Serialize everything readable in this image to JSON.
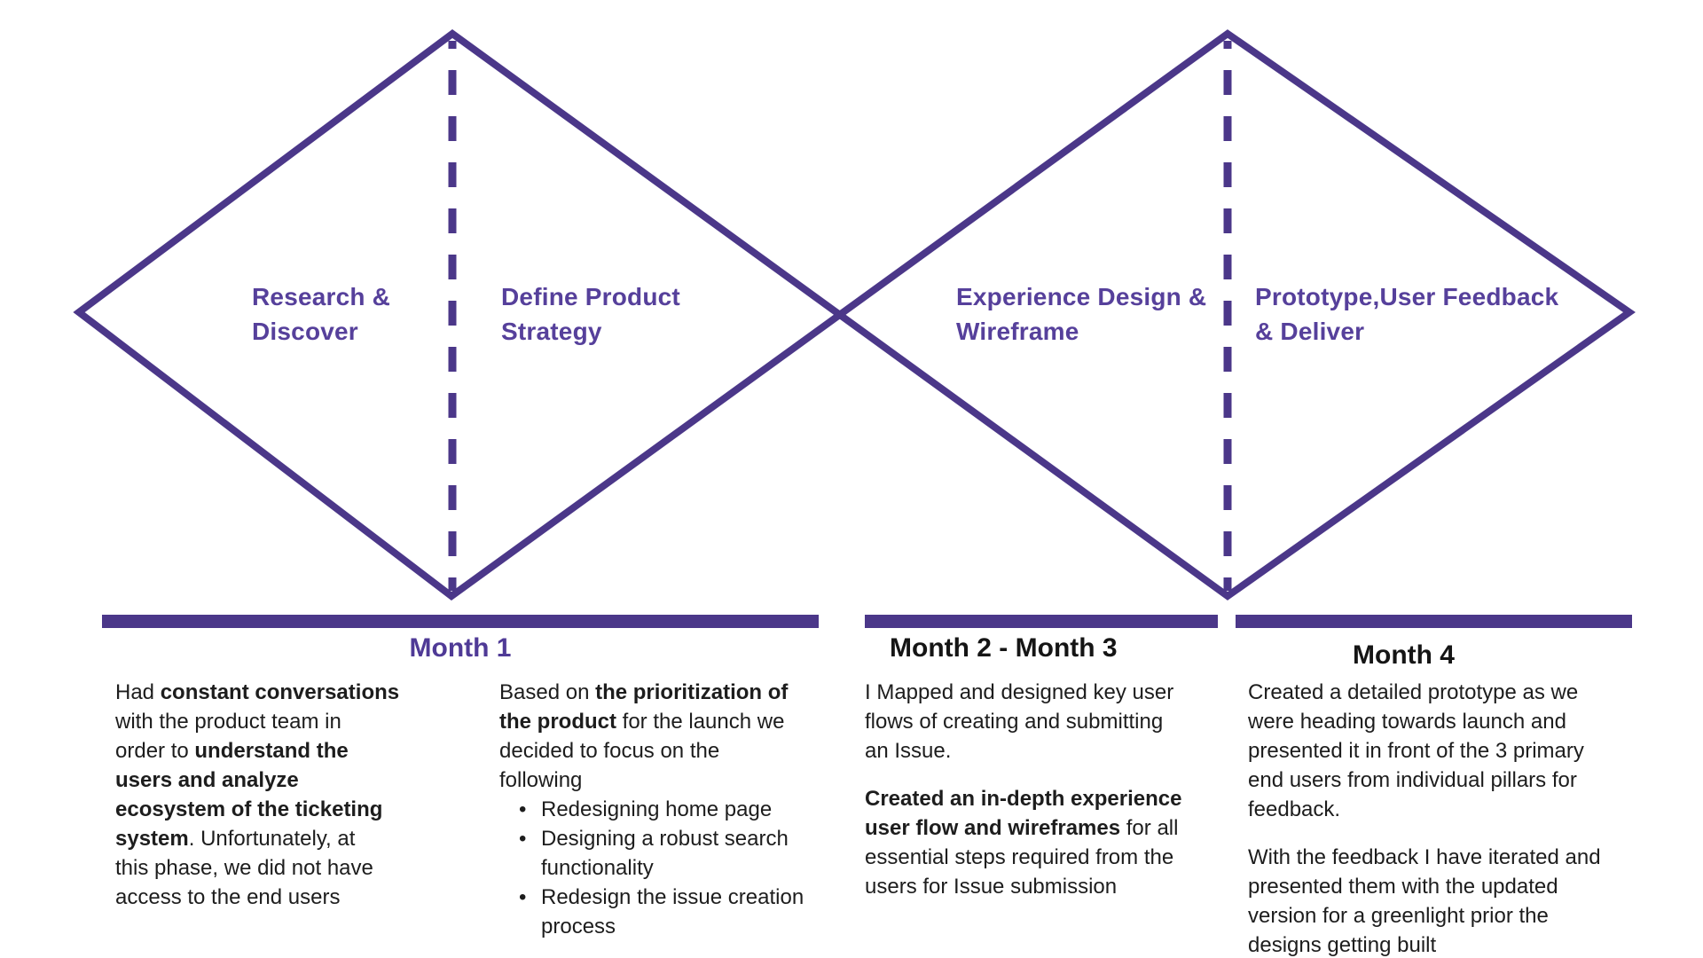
{
  "colors": {
    "diagram_purple": "#4B3789",
    "label_purple": "#56409B",
    "month1_purple": "#4F3A96",
    "text_dark": "#1D1D1D"
  },
  "bullet_char": "•",
  "diamond_labels": {
    "research": [
      "Research &",
      "Discover"
    ],
    "define": [
      "Define Product",
      "Strategy"
    ],
    "experience": [
      "Experience Design &",
      "Wireframe"
    ],
    "prototype": [
      "Prototype,User Feedback",
      "& Deliver"
    ]
  },
  "timeline": {
    "month1": {
      "label": "Month 1",
      "col_left": [
        {
          "seg": [
            [
              "Had ",
              0
            ],
            [
              "constant conversations",
              1
            ]
          ]
        },
        {
          "seg": [
            [
              "with the product team in",
              0
            ]
          ]
        },
        {
          "seg": [
            [
              "order to ",
              0
            ],
            [
              "understand the",
              1
            ]
          ]
        },
        {
          "seg": [
            [
              "users and analyze",
              1
            ]
          ]
        },
        {
          "seg": [
            [
              "ecosystem of the ticketing",
              1
            ]
          ]
        },
        {
          "seg": [
            [
              "system",
              1
            ],
            [
              ". Unfortunately, at",
              0
            ]
          ]
        },
        {
          "seg": [
            [
              "this phase, we did not have",
              0
            ]
          ]
        },
        {
          "seg": [
            [
              "access to the end users",
              0
            ]
          ]
        }
      ],
      "col_right": [
        {
          "seg": [
            [
              "Based on ",
              0
            ],
            [
              "the prioritization of",
              1
            ]
          ]
        },
        {
          "seg": [
            [
              "the product",
              1
            ],
            [
              " for the launch we",
              0
            ]
          ]
        },
        {
          "seg": [
            [
              "decided to focus on the",
              0
            ]
          ]
        },
        {
          "seg": [
            [
              "following",
              0
            ]
          ]
        },
        {
          "b": 1,
          "seg": [
            [
              "Redesigning home page",
              0
            ]
          ]
        },
        {
          "b": 1,
          "seg": [
            [
              "Designing a robust search",
              0
            ]
          ]
        },
        {
          "i": 1,
          "seg": [
            [
              "functionality",
              0
            ]
          ]
        },
        {
          "b": 1,
          "seg": [
            [
              "Redesign the issue creation",
              0
            ]
          ]
        },
        {
          "i": 1,
          "seg": [
            [
              "process",
              0
            ]
          ]
        }
      ]
    },
    "month2_3": {
      "label": "Month 2 - Month 3",
      "col": [
        {
          "seg": [
            [
              "I Mapped and designed key user",
              0
            ]
          ]
        },
        {
          "seg": [
            [
              "flows of creating and submitting",
              0
            ]
          ]
        },
        {
          "seg": [
            [
              "an Issue.",
              0
            ]
          ]
        },
        {
          "gap": 1
        },
        {
          "seg": [
            [
              "Created an in-depth experience",
              1
            ]
          ]
        },
        {
          "seg": [
            [
              "user flow and wireframes",
              1
            ],
            [
              " for all",
              0
            ]
          ]
        },
        {
          "seg": [
            [
              "essential steps required from the",
              0
            ]
          ]
        },
        {
          "seg": [
            [
              "users for Issue submission",
              0
            ]
          ]
        }
      ]
    },
    "month4": {
      "label": "Month 4",
      "col": [
        {
          "seg": [
            [
              "Created a detailed prototype as we",
              0
            ]
          ]
        },
        {
          "seg": [
            [
              "were heading towards launch and",
              0
            ]
          ]
        },
        {
          "seg": [
            [
              "presented it in front of the 3 primary",
              0
            ]
          ]
        },
        {
          "seg": [
            [
              "end users from individual pillars for",
              0
            ]
          ]
        },
        {
          "seg": [
            [
              "feedback.",
              0
            ]
          ]
        },
        {
          "gap": 1
        },
        {
          "seg": [
            [
              "With the feedback I have iterated and",
              0
            ]
          ]
        },
        {
          "seg": [
            [
              "presented them with the updated",
              0
            ]
          ]
        },
        {
          "seg": [
            [
              "version for a greenlight prior the",
              0
            ]
          ]
        },
        {
          "seg": [
            [
              "designs getting built",
              0
            ]
          ]
        }
      ]
    }
  }
}
